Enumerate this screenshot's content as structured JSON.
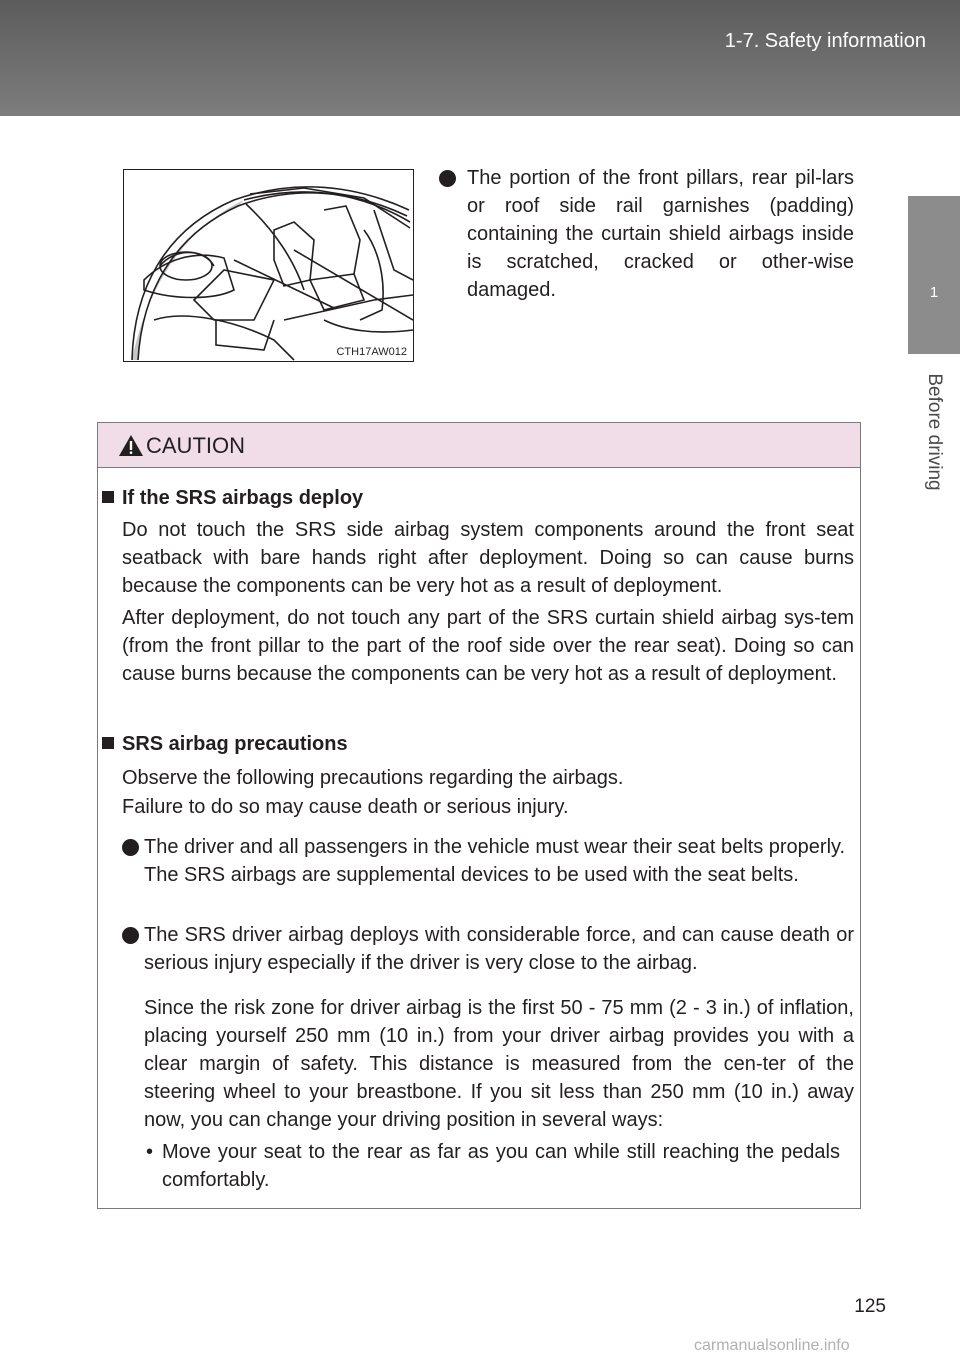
{
  "header": {
    "title": "1-7. Safety information"
  },
  "side_tab": {
    "number": "1",
    "label": "Before driving"
  },
  "illustration": {
    "code": "CTH17AW012",
    "icon": "car-interior-curtain-airbag-illustration"
  },
  "top_bullet": "The portion of the front pillars, rear pil-lars or roof side rail garnishes (padding) containing the curtain shield airbags inside is scratched, cracked or other-wise damaged.",
  "caution": {
    "title": "CAUTION",
    "icon": "warning-triangle-icon",
    "sections": [
      {
        "heading": "If the SRS airbags deploy",
        "paragraphs": [
          "Do not touch the SRS side airbag system components around the front seat seatback with bare hands right after deployment. Doing so can cause burns because the components can be very hot as a result of deployment.",
          "After deployment, do not touch any part of the SRS curtain shield airbag sys-tem (from the front pillar to the part of the roof side over the rear seat). Doing so can cause burns because the components can be very hot as a result of deployment."
        ]
      },
      {
        "heading": "SRS airbag precautions",
        "intro": [
          "Observe the following precautions regarding the airbags.",
          "Failure to do so may cause death or serious injury."
        ],
        "bullets": [
          {
            "lines": [
              "The driver and all passengers in the vehicle must wear their seat belts properly.",
              "The SRS airbags are supplemental devices to be used with the seat belts."
            ]
          },
          {
            "lines": [
              "The SRS driver airbag deploys with considerable force, and can cause death or serious injury especially if the driver is very close to the airbag."
            ],
            "detail": "Since the risk zone for driver airbag is the first 50 - 75 mm (2 - 3 in.) of inflation, placing yourself 250 mm (10 in.) from your driver airbag provides you with a clear margin of safety. This distance is measured from the cen-ter of the steering wheel to your breastbone. If you sit less than 250 mm (10 in.) away now, you can change your driving position in several ways:",
            "sub_item": "Move your seat to the rear as far as you can while still reaching the pedals comfortably."
          }
        ]
      }
    ]
  },
  "page_number": "125",
  "watermark": "carmanualsonline.info"
}
